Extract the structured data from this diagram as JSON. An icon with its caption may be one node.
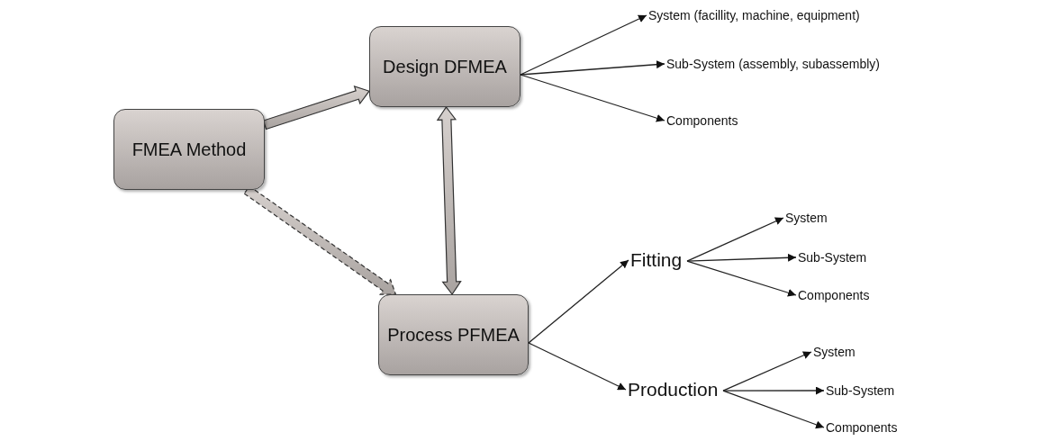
{
  "diagram": {
    "nodes": [
      {
        "text": [
          "FMEA Method"
        ]
      },
      {
        "text": [
          "Design DFMEA"
        ]
      },
      {
        "text": [
          "Process PFMEA"
        ]
      },
      {
        "text": [
          "System (facillity, machine, equipment)"
        ]
      },
      {
        "text": [
          "Sub-System (assembly, subassembly)"
        ]
      },
      {
        "text": [
          "Components"
        ]
      },
      {
        "text": [
          "Fitting"
        ]
      },
      {
        "text": [
          "System"
        ]
      },
      {
        "text": [
          "Sub-System"
        ]
      },
      {
        "text": [
          "Components"
        ]
      },
      {
        "text": [
          "Production"
        ]
      },
      {
        "text": [
          "System"
        ]
      },
      {
        "text": [
          "Sub-System"
        ]
      },
      {
        "text": [
          "Components"
        ]
      }
    ],
    "edges": [
      {
        "from": 0,
        "to": 1,
        "arrow": "to",
        "style": "thick"
      },
      {
        "from": 0,
        "to": 2,
        "arrow": "to",
        "style": "dashed"
      },
      {
        "from": 1,
        "to": 2,
        "arrow": "both",
        "style": "thick"
      },
      {
        "from": 1,
        "to": 3,
        "arrow": "to"
      },
      {
        "from": 1,
        "to": 4,
        "arrow": "to"
      },
      {
        "from": 1,
        "to": 5,
        "arrow": "to"
      },
      {
        "from": 2,
        "to": 6,
        "arrow": "to"
      },
      {
        "from": 2,
        "to": 10,
        "arrow": "to"
      },
      {
        "from": 6,
        "to": 7,
        "arrow": "to"
      },
      {
        "from": 6,
        "to": 8,
        "arrow": "to"
      },
      {
        "from": 6,
        "to": 9,
        "arrow": "to"
      },
      {
        "from": 10,
        "to": 11,
        "arrow": "to"
      },
      {
        "from": 10,
        "to": 12,
        "arrow": "to"
      },
      {
        "from": 10,
        "to": 13,
        "arrow": "to"
      }
    ]
  }
}
